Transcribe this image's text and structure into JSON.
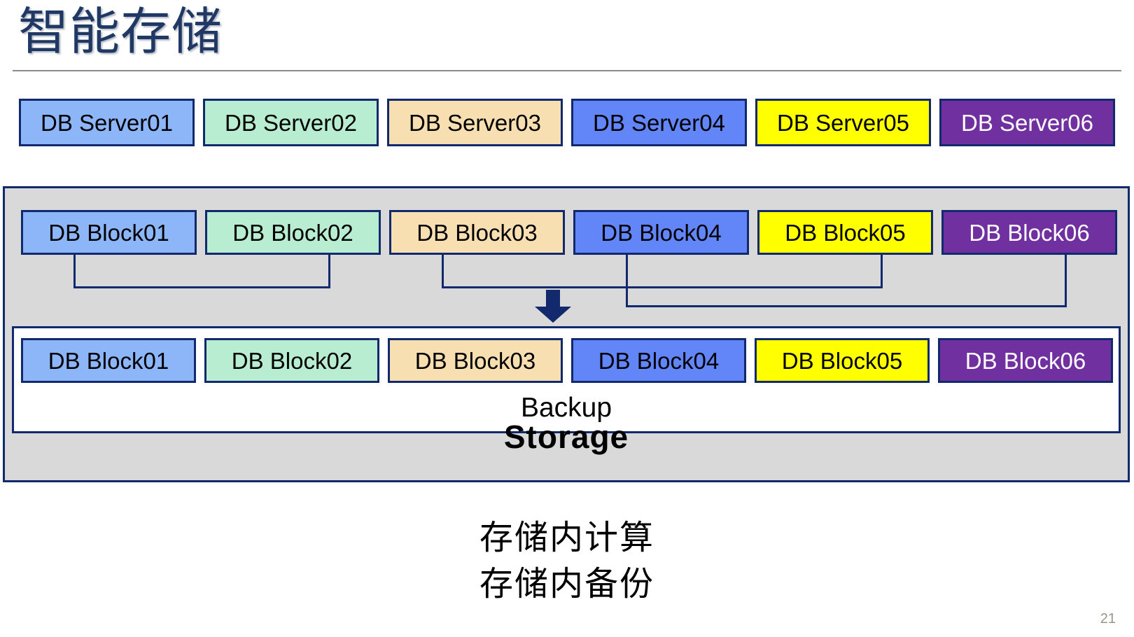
{
  "slide": {
    "title": "智能存储",
    "page_number": "21",
    "captions": [
      "存储内计算",
      "存储内备份"
    ]
  },
  "colors": {
    "border_navy": "#12296e",
    "title_navy": "#1f3864",
    "panel_gray": "#d9d9d9",
    "rule_gray": "#8c8c8c",
    "light_blue": "#8cb6f8",
    "mint_green": "#b8edd1",
    "peach_orange": "#f8dfb2",
    "medium_blue": "#6286f8",
    "yellow": "#ffff00",
    "purple": "#7030a0",
    "page_number_gray": "#9a968e"
  },
  "server_row": {
    "items": [
      {
        "label": "DB Server01",
        "color_class": "c-blue",
        "text": "dark"
      },
      {
        "label": "DB Server02",
        "color_class": "c-green",
        "text": "dark"
      },
      {
        "label": "DB Server03",
        "color_class": "c-orange",
        "text": "dark"
      },
      {
        "label": "DB Server04",
        "color_class": "c-blue2",
        "text": "dark"
      },
      {
        "label": "DB Server05",
        "color_class": "c-yellow",
        "text": "dark"
      },
      {
        "label": "DB Server06",
        "color_class": "c-purple",
        "text": "light"
      }
    ]
  },
  "storage": {
    "label": "Storage",
    "live_blocks": [
      {
        "label": "DB Block01",
        "color_class": "c-blue",
        "text": "dark"
      },
      {
        "label": "DB Block02",
        "color_class": "c-green",
        "text": "dark"
      },
      {
        "label": "DB Block03",
        "color_class": "c-orange",
        "text": "dark"
      },
      {
        "label": "DB Block04",
        "color_class": "c-blue2",
        "text": "dark"
      },
      {
        "label": "DB Block05",
        "color_class": "c-yellow",
        "text": "dark"
      },
      {
        "label": "DB Block06",
        "color_class": "c-purple",
        "text": "light"
      }
    ],
    "backup": {
      "label": "Backup",
      "blocks": [
        {
          "label": "DB Block01",
          "color_class": "c-blue",
          "text": "dark"
        },
        {
          "label": "DB Block02",
          "color_class": "c-green",
          "text": "dark"
        },
        {
          "label": "DB Block03",
          "color_class": "c-orange",
          "text": "dark"
        },
        {
          "label": "DB Block04",
          "color_class": "c-blue2",
          "text": "dark"
        },
        {
          "label": "DB Block05",
          "color_class": "c-yellow",
          "text": "dark"
        },
        {
          "label": "DB Block06",
          "color_class": "c-purple",
          "text": "light"
        }
      ]
    },
    "connectors": [
      {
        "name": "connector-block01-block02",
        "from": 0,
        "to": 1,
        "depth": 1
      },
      {
        "name": "connector-block03-block05",
        "from": 2,
        "to": 4,
        "depth": 1
      },
      {
        "name": "connector-block04-block06",
        "from": 3,
        "to": 5,
        "depth": 2
      }
    ],
    "arrow": "down-arrow"
  }
}
